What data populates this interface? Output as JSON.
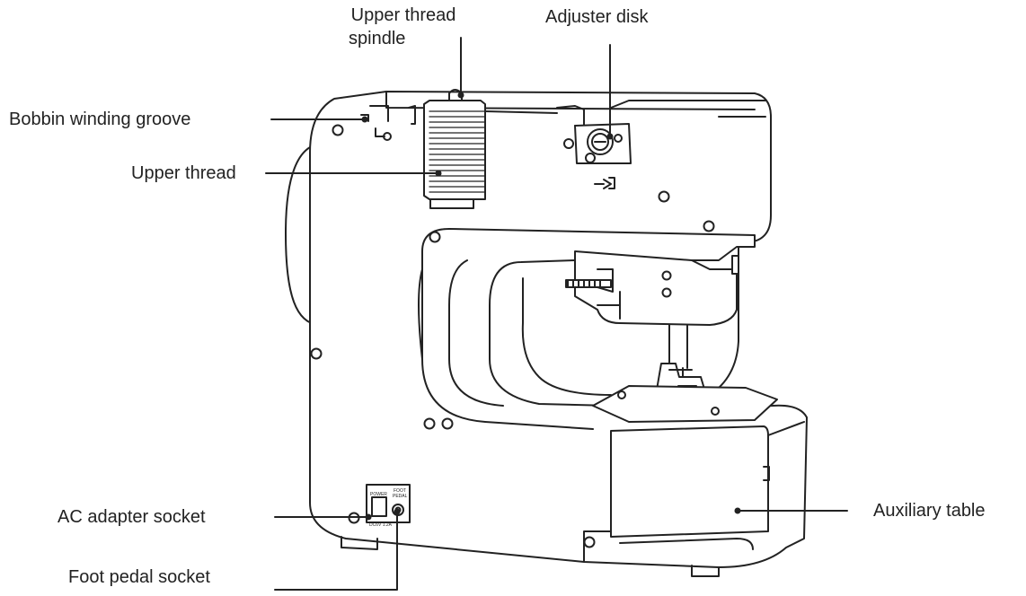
{
  "labels": {
    "upper_thread_spindle": [
      "Upper thread",
      "spindle"
    ],
    "adjuster_disk": "Adjuster disk",
    "bobbin_winding_groove": "Bobbin winding groove",
    "upper_thread": "Upper thread",
    "auxiliary_table": "Auxiliary table",
    "ac_adapter_socket": "AC adapter socket",
    "foot_pedal_socket": "Foot pedal socket"
  },
  "socket_markings": {
    "power": "POWER",
    "foot_pedal_line1": "FOOT",
    "foot_pedal_line2": "PEDAL",
    "rating": "DC6V 1.2A"
  },
  "colors": {
    "line": "#222222",
    "fill": "#ffffff",
    "gray": "#cccccc"
  }
}
